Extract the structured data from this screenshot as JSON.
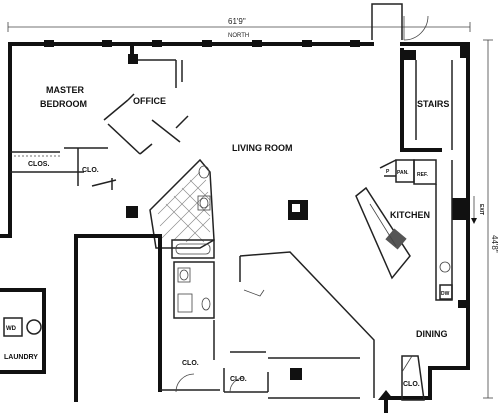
{
  "dimensions": {
    "width_label": "61'9\"",
    "north_label": "NORTH",
    "depth_label": "44'8\""
  },
  "rooms": {
    "master_bedroom_line1": "MASTER",
    "master_bedroom_line2": "BEDROOM",
    "office": "OFFICE",
    "living_room": "LIVING ROOM",
    "stairs": "STAIRS",
    "kitchen": "KITCHEN",
    "dining": "DINING",
    "laundry": "LAUNDRY",
    "clos": "CLOS.",
    "clo_bedroom": "CLO.",
    "clo_bottom_1": "CLO.",
    "clo_bottom_2": "CLO.",
    "clo_dining": "CLO."
  },
  "fixtures": {
    "pantry": "PAN.",
    "refrigerator": "REF.",
    "pantry_p": "P",
    "dishwasher": "DW",
    "washer_dryer": "WD",
    "exit_label": "EXIT"
  }
}
